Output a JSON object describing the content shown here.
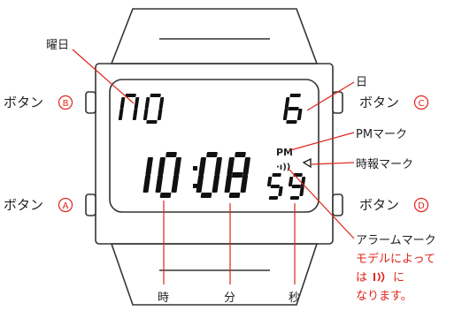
{
  "labels": {
    "day_of_week": "曜日",
    "date": "日",
    "pm_mark": "PM",
    "pm_mark_label": "PMマーク",
    "hourly_chime_label": "時報マーク",
    "alarm_mark_label": "アラームマーク",
    "alarm_note_line1": "モデルによって",
    "alarm_note_line2_a": "は",
    "alarm_note_line2_b": "に",
    "alarm_note_line3": "なります。",
    "alarm_icon_alt": "·ı))",
    "hour": "時",
    "minute": "分",
    "second": "秒"
  },
  "buttons": {
    "a": {
      "text": "ボタン",
      "letter": "A"
    },
    "b": {
      "text": "ボタン",
      "letter": "B"
    },
    "c": {
      "text": "ボタン",
      "letter": "C"
    },
    "d": {
      "text": "ボタン",
      "letter": "D"
    }
  },
  "display": {
    "day_of_week": "MO",
    "date": "6",
    "hours": "10",
    "minutes": "08",
    "seconds": "59"
  },
  "colors": {
    "callout_line": "#e0241b",
    "outline": "#333333",
    "segment": "#111111",
    "text": "#222222"
  }
}
